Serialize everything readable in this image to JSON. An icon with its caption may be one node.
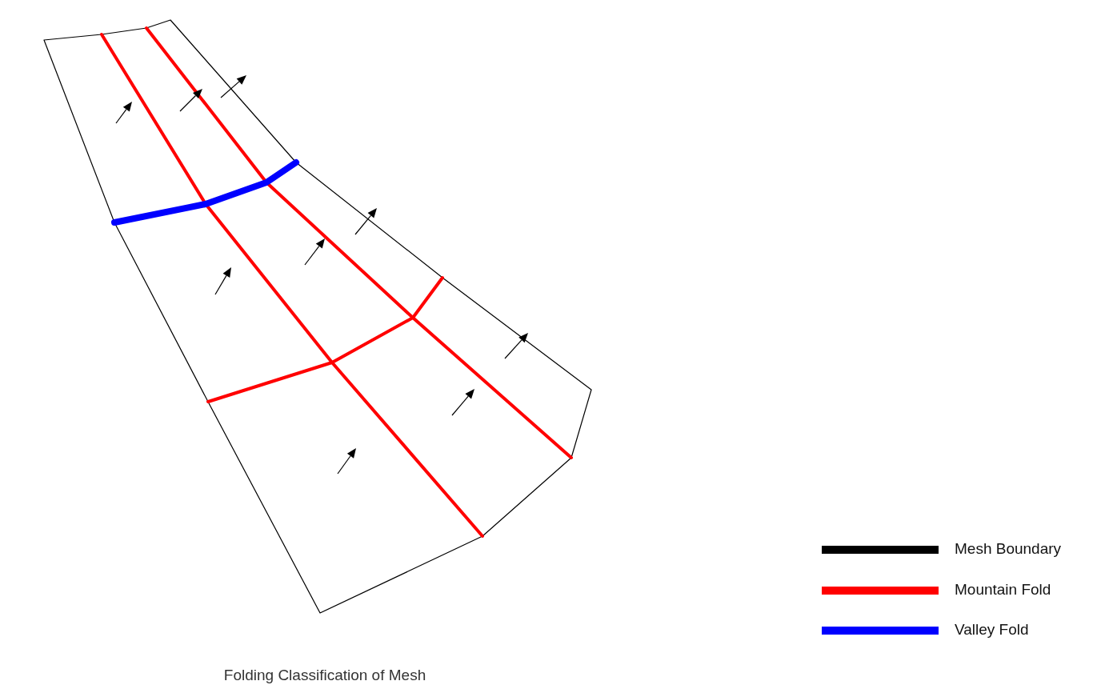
{
  "diagram": {
    "caption": "Folding Classification of Mesh",
    "legend": [
      {
        "text": "Mesh Boundary",
        "color": "#000000"
      },
      {
        "text": "Mountain Fold",
        "color": "#ff0000"
      },
      {
        "text": "Valley Fold",
        "color": "#0000ff"
      }
    ]
  }
}
